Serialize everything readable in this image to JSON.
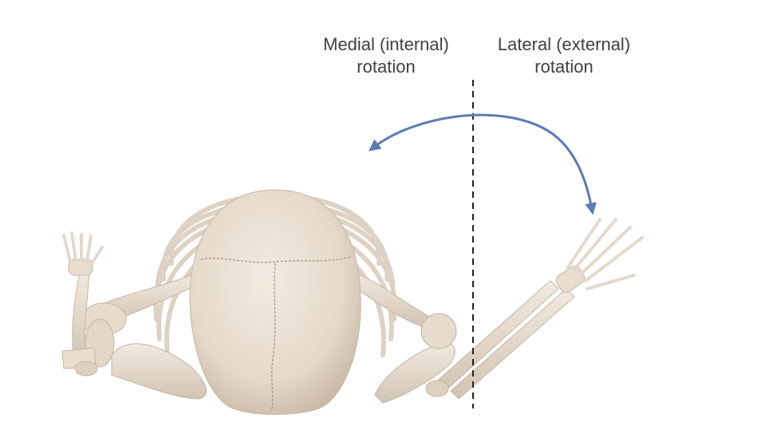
{
  "labels": {
    "medial": {
      "line1": "Medial (internal)",
      "line2": "rotation"
    },
    "lateral": {
      "line1": "Lateral (external)",
      "line2": "rotation"
    }
  },
  "colors": {
    "bone": "#ece3d6",
    "bone_shade": "#cfc2b2",
    "arrow": "#5b7bb5",
    "divider": "#222222",
    "text": "#3f3f3f"
  },
  "icons": {
    "arrow": "curved-double-arrow",
    "divider": "dashed-vertical-line"
  }
}
